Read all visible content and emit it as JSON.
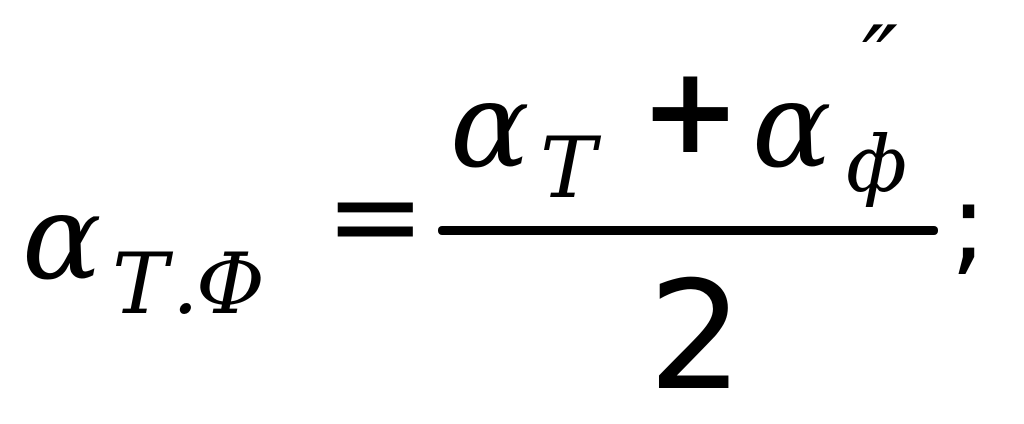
{
  "formula": {
    "lhs": {
      "symbol": "α",
      "subscript_t": "T",
      "subscript_dot": ".",
      "subscript_phi": "Φ"
    },
    "equals": "=",
    "numerator": {
      "term1_symbol": "α",
      "term1_subscript": "T",
      "plus": "+",
      "term2_symbol": "α",
      "term2_superscript": "″",
      "term2_subscript": "ф"
    },
    "denominator": "2",
    "terminator": ";"
  }
}
